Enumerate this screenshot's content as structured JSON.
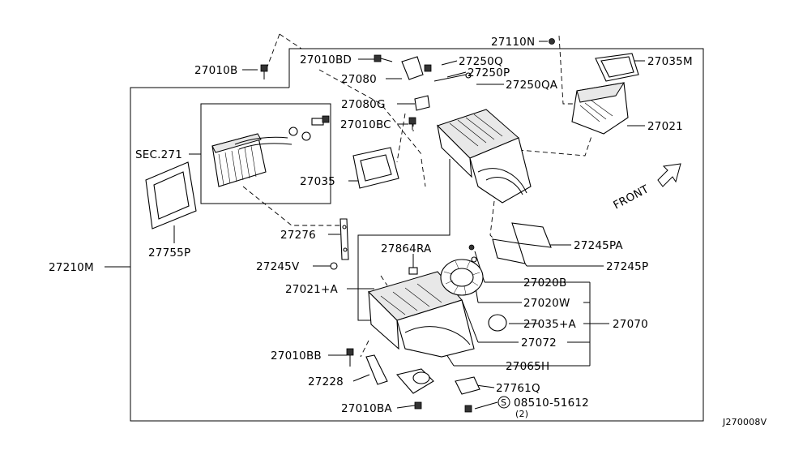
{
  "labels": {
    "p27010B": "27010B",
    "p27010BD": "27010BD",
    "p27250Q": "27250Q",
    "p27250P": "27250P",
    "p27250QA": "27250QA",
    "p27080": "27080",
    "p27080G": "27080G",
    "p27010BC": "27010BC",
    "p27110N": "27110N",
    "p27035M": "27035M",
    "p27021": "27021",
    "sec271": "SEC.271",
    "p27755P": "27755P",
    "p27035": "27035",
    "p27276": "27276",
    "p27210M": "27210M",
    "p27245V": "27245V",
    "p27864RA": "27864RA",
    "p27021A": "27021+A",
    "p27245PA": "27245PA",
    "p27245P": "27245P",
    "p27020B": "27020B",
    "p27020W": "27020W",
    "p27035A": "27035+A",
    "p27070": "27070",
    "p27072": "27072",
    "p27065H": "27065H",
    "p27010BB": "27010BB",
    "p27228": "27228",
    "p27761Q": "27761Q",
    "p27010BA": "27010BA",
    "p08510": "08510-51612",
    "qty2": "(2)",
    "screw_symbol": "S",
    "front": "FRONT",
    "diagram_code": "J270008V"
  }
}
